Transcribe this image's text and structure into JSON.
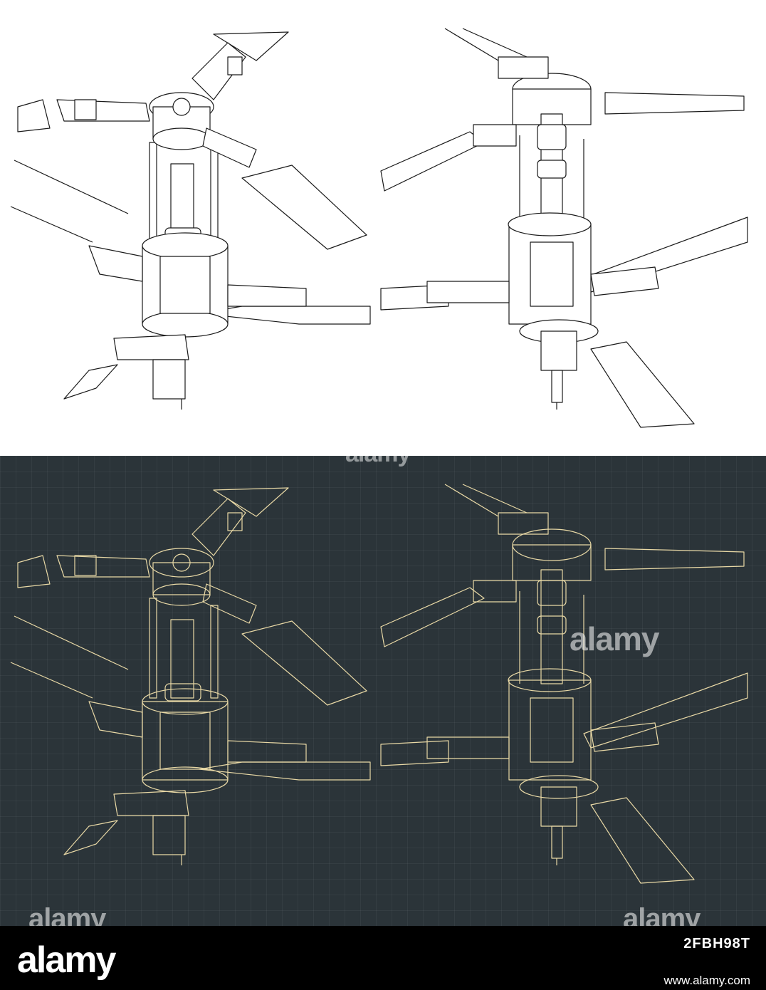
{
  "watermarks": {
    "top": "alamy",
    "mid": "alamy",
    "bottom_left": "alamy",
    "bottom_right": "alamy"
  },
  "footer": {
    "logo": "alamy",
    "image_code": "2FBH98T",
    "url": "www.alamy.com"
  },
  "colors": {
    "top_background": "#ffffff",
    "top_line": "#1a1a1a",
    "bottom_background": "#2b3439",
    "bottom_line": "#e9d9a6",
    "footer_background": "#000000"
  }
}
